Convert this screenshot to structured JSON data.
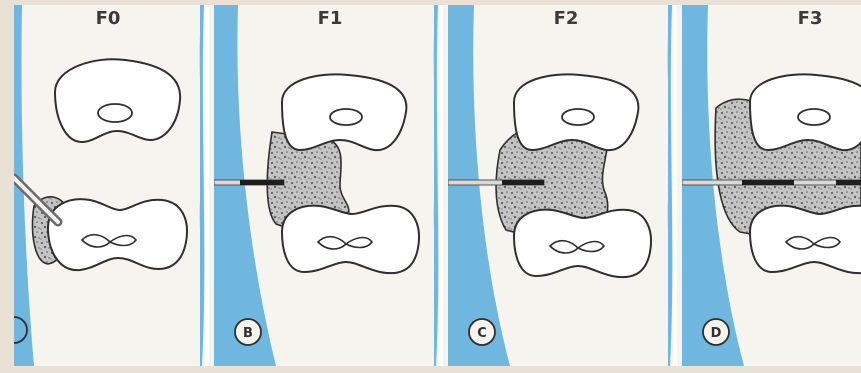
{
  "panels": [
    {
      "stage": "F0",
      "letter": ""
    },
    {
      "stage": "F1",
      "letter": "B"
    },
    {
      "stage": "F2",
      "letter": "C"
    },
    {
      "stage": "F3",
      "letter": "D"
    }
  ],
  "colors": {
    "background": "#e9e0d6",
    "panel_fill": "#f5f4ef",
    "tissue_blue": "#6fb7df",
    "outline": "#2f2f2f",
    "cement_fill": "#b9b9b9",
    "needle_dark": "#1e1e1e"
  }
}
